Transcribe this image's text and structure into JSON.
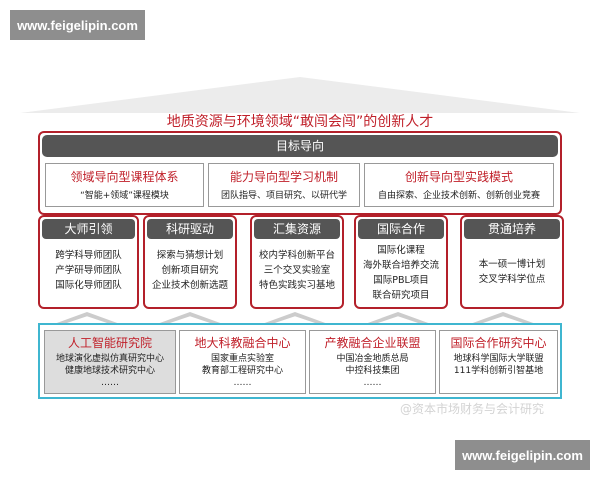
{
  "watermark_site": "www.feigelipin.com",
  "watermark_author": "@资本市场财务与会计研究",
  "title": "地质资源与环境领域“敢闯会闯”的创新人才",
  "goal": {
    "header": "目标导向",
    "boxes": [
      {
        "title": "领域导向型课程体系",
        "text": "“智能+领域”课程模块"
      },
      {
        "title": "能力导向型学习机制",
        "text": "团队指导、项目研究、以研代学"
      },
      {
        "title": "创新导向型实践模式",
        "text": "自由探索、企业技术创新、创新创业竞赛"
      }
    ]
  },
  "pillars": [
    {
      "title": "大师引领",
      "items": [
        "跨学科导师团队",
        "产学研导师团队",
        "国际化导师团队"
      ]
    },
    {
      "title": "科研驱动",
      "items": [
        "探索与猜想计划",
        "创新项目研究",
        "企业技术创新选题"
      ]
    },
    {
      "title": "汇集资源",
      "items": [
        "校内学科创新平台",
        "三个交叉实验室",
        "特色实践实习基地"
      ]
    },
    {
      "title": "国际合作",
      "items": [
        "国际化课程",
        "海外联合培养交流",
        "国际PBL项目",
        "联合研究项目"
      ]
    },
    {
      "title": "贯通培养",
      "items": [
        "本一硕一博计划",
        "交叉学科学位点"
      ]
    }
  ],
  "platforms": [
    {
      "title": "人工智能研究院",
      "items": [
        "地球演化虚拟仿真研究中心",
        "健康地球技术研究中心",
        "……"
      ]
    },
    {
      "title": "地大科教融合中心",
      "items": [
        "国家重点实验室",
        "教育部工程研究中心",
        "……"
      ]
    },
    {
      "title": "产教融合企业联盟",
      "items": [
        "中国冶金地质总局",
        "中控科技集团",
        "……"
      ]
    },
    {
      "title": "国际合作研究中心",
      "items": [
        "地球科学国际大学联盟",
        "111学科创新引智基地"
      ]
    }
  ],
  "colors": {
    "red": "#b3202a",
    "dark_header": "#555555",
    "cyan": "#3fb6d0"
  }
}
